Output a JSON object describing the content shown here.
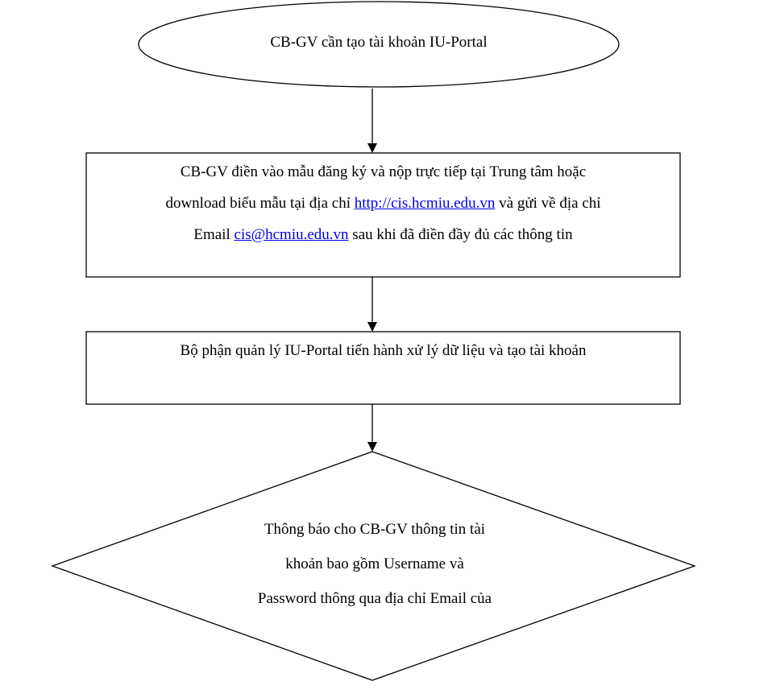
{
  "diagram": {
    "start": {
      "label": "CB-GV cần tạo tài khoản IU-Portal"
    },
    "step1": {
      "line1": "CB-GV điền vào mẫu đăng ký và nộp trực tiếp tại Trung tâm hoặc",
      "line2_prefix": "download biểu mẫu tại địa chỉ ",
      "line2_link": "http://cis.hcmiu.edu.vn",
      "line2_suffix": " và gửi về địa chỉ",
      "line3_prefix": "Email ",
      "line3_link": "cis@hcmiu.edu.vn",
      "line3_suffix": " sau khi đã điền đầy đủ các thông tin"
    },
    "step2": {
      "label": "Bộ phận quản lý IU-Portal tiến hành xử lý dữ liệu và tạo tài khoản"
    },
    "decision": {
      "line1": "Thông báo cho CB-GV thông tin tài",
      "line2": "khoản bao gồm Username và",
      "line3": "Password thông qua địa chỉ Email của"
    },
    "colors": {
      "stroke": "#000000",
      "link": "#0000ee",
      "background": "#ffffff"
    }
  }
}
